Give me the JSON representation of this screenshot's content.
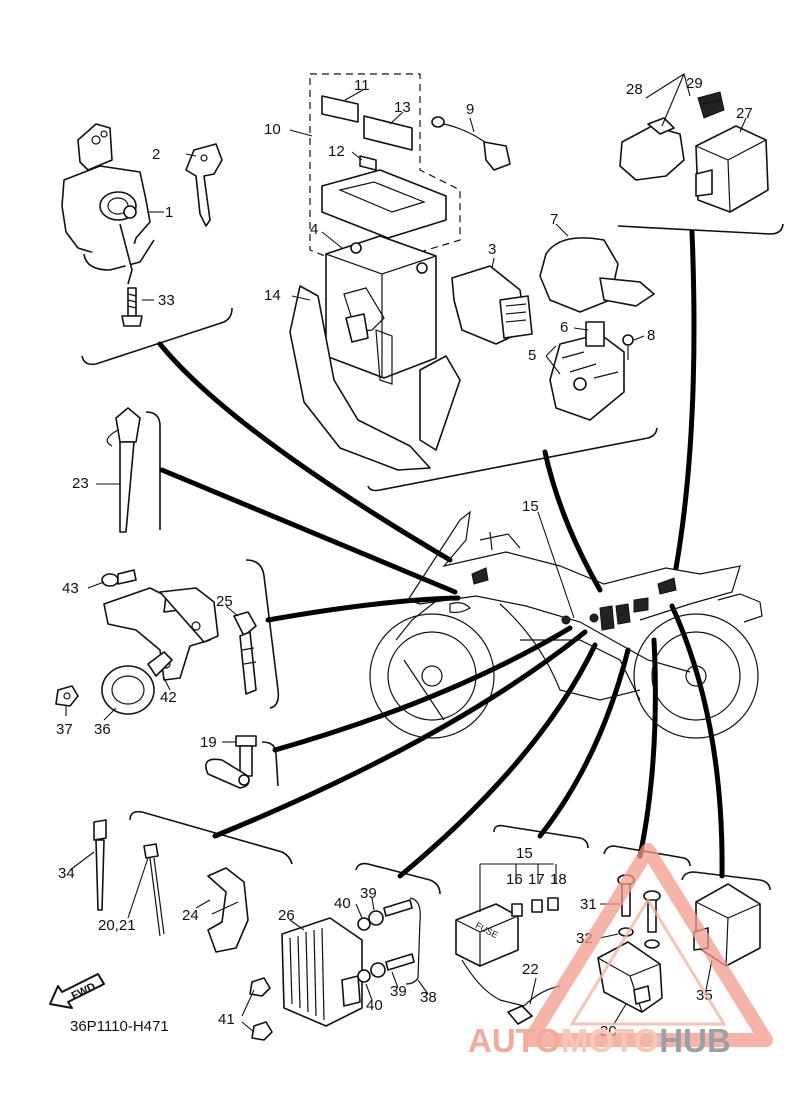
{
  "diagram": {
    "code": "36P1110-H471",
    "fwd_label": "FWD",
    "watermark": {
      "part_a": "AUTO",
      "part_b": "MOTO",
      "part_c": "HUB"
    },
    "callouts": [
      "1",
      "2",
      "3",
      "4",
      "5",
      "6",
      "7",
      "8",
      "9",
      "10",
      "11",
      "12",
      "13",
      "14",
      "15",
      "15",
      "16",
      "17",
      "18",
      "19",
      "20,21",
      "22",
      "23",
      "24",
      "25",
      "26",
      "27",
      "28",
      "29",
      "30",
      "31",
      "32",
      "33",
      "34",
      "35",
      "36",
      "37",
      "38",
      "39",
      "39",
      "40",
      "40",
      "41",
      "42",
      "43"
    ],
    "fuse_label": "FUSE"
  }
}
